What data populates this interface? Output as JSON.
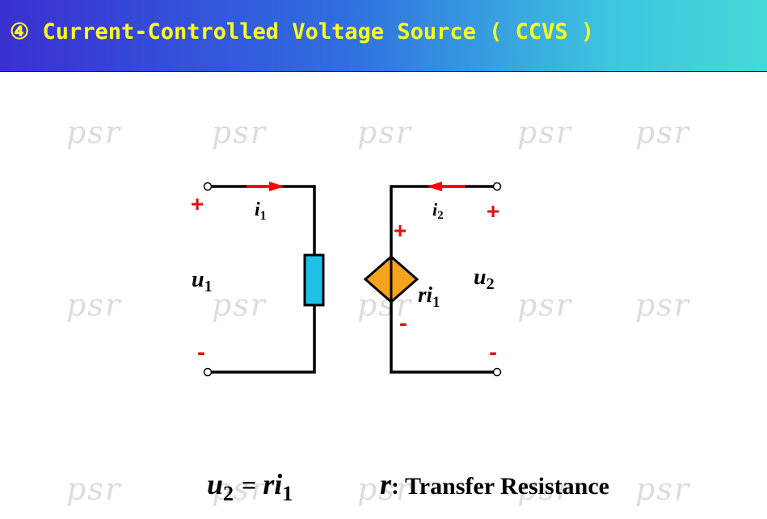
{
  "header": {
    "title": "④ Current-Controlled Voltage Source ( CCVS )",
    "background_colors": [
      "#3a2fd0",
      "#46d8d8"
    ],
    "title_color": "#ffff1a"
  },
  "watermark": "psr",
  "circuit": {
    "left_plus": "+",
    "left_minus": "-",
    "right_plus": "+",
    "right_minus": "-",
    "source_plus": "+",
    "source_minus": "-",
    "current_1": {
      "base": "i",
      "sub": "1"
    },
    "current_2": {
      "base": "i",
      "sub": "2"
    },
    "voltage_1": {
      "base": "u",
      "sub": "1"
    },
    "voltage_2": {
      "base": "u",
      "sub": "2"
    },
    "source_label": {
      "base": "ri",
      "sub": "1"
    },
    "resistor_color": "#1fc1e8",
    "source_color": "#f5a31c",
    "arrow_color": "#ff0000"
  },
  "formula": {
    "lhs_base": "u",
    "lhs_sub": "2",
    "eq": "=",
    "rhs_base": "ri",
    "rhs_sub": "1",
    "r_symbol": "r",
    "description": ": Transfer Resistance"
  }
}
